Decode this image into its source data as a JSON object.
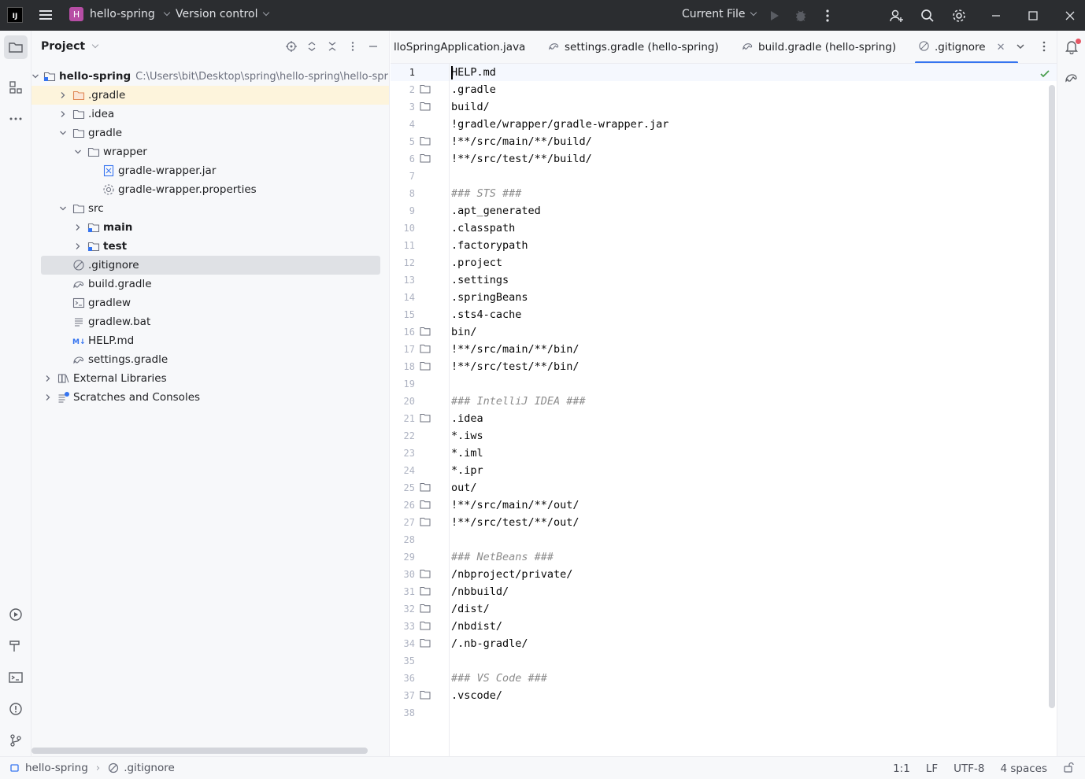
{
  "titlebar": {
    "logo_text": "IJ",
    "project_badge": "H",
    "project_name": "hello-spring",
    "vcs_label": "Version control",
    "run_config": "Current File"
  },
  "project_panel": {
    "title": "Project",
    "tree": [
      {
        "label": "hello-spring",
        "path": "C:\\Users\\bit\\Desktop\\spring\\hello-spring\\hello-spri",
        "indent": 0,
        "arrow": "down",
        "icon": "module-folder",
        "bold": true
      },
      {
        "label": ".gradle",
        "indent": 1,
        "arrow": "right",
        "icon": "folder-orange",
        "highlight": true
      },
      {
        "label": ".idea",
        "indent": 1,
        "arrow": "right",
        "icon": "folder"
      },
      {
        "label": "gradle",
        "indent": 1,
        "arrow": "down",
        "icon": "folder"
      },
      {
        "label": "wrapper",
        "indent": 2,
        "arrow": "down",
        "icon": "folder"
      },
      {
        "label": "gradle-wrapper.jar",
        "indent": 3,
        "arrow": "none",
        "icon": "jar-file"
      },
      {
        "label": "gradle-wrapper.properties",
        "indent": 3,
        "arrow": "none",
        "icon": "settings-file"
      },
      {
        "label": "src",
        "indent": 1,
        "arrow": "down",
        "icon": "folder"
      },
      {
        "label": "main",
        "indent": 2,
        "arrow": "right",
        "icon": "module-folder",
        "bold": true
      },
      {
        "label": "test",
        "indent": 2,
        "arrow": "right",
        "icon": "module-folder",
        "bold": true
      },
      {
        "label": ".gitignore",
        "indent": 1,
        "arrow": "none",
        "icon": "ignore-file",
        "selected": true
      },
      {
        "label": "build.gradle",
        "indent": 1,
        "arrow": "none",
        "icon": "gradle-file"
      },
      {
        "label": "gradlew",
        "indent": 1,
        "arrow": "none",
        "icon": "terminal-file"
      },
      {
        "label": "gradlew.bat",
        "indent": 1,
        "arrow": "none",
        "icon": "text-file"
      },
      {
        "label": "HELP.md",
        "indent": 1,
        "arrow": "none",
        "icon": "markdown-file"
      },
      {
        "label": "settings.gradle",
        "indent": 1,
        "arrow": "none",
        "icon": "gradle-file"
      },
      {
        "label": "External Libraries",
        "indent": 0,
        "arrow": "right",
        "icon": "library"
      },
      {
        "label": "Scratches and Consoles",
        "indent": 0,
        "arrow": "right",
        "icon": "scratches"
      }
    ]
  },
  "tabs": [
    {
      "label": "lloSpringApplication.java",
      "icon": "none",
      "active": false
    },
    {
      "label": "settings.gradle (hello-spring)",
      "icon": "gradle-file",
      "active": false
    },
    {
      "label": "build.gradle (hello-spring)",
      "icon": "gradle-file",
      "active": false
    },
    {
      "label": ".gitignore",
      "icon": "ignore-file",
      "active": true
    }
  ],
  "editor": {
    "lines": [
      {
        "n": "1",
        "text": "HELP.md",
        "fold": false,
        "comment": false,
        "current": true
      },
      {
        "n": "2",
        "text": ".gradle",
        "fold": true
      },
      {
        "n": "3",
        "text": "build/",
        "fold": true
      },
      {
        "n": "4",
        "text": "!gradle/wrapper/gradle-wrapper.jar",
        "fold": false
      },
      {
        "n": "5",
        "text": "!**/src/main/**/build/",
        "fold": true
      },
      {
        "n": "6",
        "text": "!**/src/test/**/build/",
        "fold": true
      },
      {
        "n": "7",
        "text": "",
        "fold": false
      },
      {
        "n": "8",
        "text": "### STS ###",
        "fold": false,
        "comment": true
      },
      {
        "n": "9",
        "text": ".apt_generated",
        "fold": false
      },
      {
        "n": "10",
        "text": ".classpath",
        "fold": false
      },
      {
        "n": "11",
        "text": ".factorypath",
        "fold": false
      },
      {
        "n": "12",
        "text": ".project",
        "fold": false
      },
      {
        "n": "13",
        "text": ".settings",
        "fold": false
      },
      {
        "n": "14",
        "text": ".springBeans",
        "fold": false
      },
      {
        "n": "15",
        "text": ".sts4-cache",
        "fold": false
      },
      {
        "n": "16",
        "text": "bin/",
        "fold": true
      },
      {
        "n": "17",
        "text": "!**/src/main/**/bin/",
        "fold": true
      },
      {
        "n": "18",
        "text": "!**/src/test/**/bin/",
        "fold": true
      },
      {
        "n": "19",
        "text": "",
        "fold": false
      },
      {
        "n": "20",
        "text": "### IntelliJ IDEA ###",
        "fold": false,
        "comment": true
      },
      {
        "n": "21",
        "text": ".idea",
        "fold": true
      },
      {
        "n": "22",
        "text": "*.iws",
        "fold": false
      },
      {
        "n": "23",
        "text": "*.iml",
        "fold": false
      },
      {
        "n": "24",
        "text": "*.ipr",
        "fold": false
      },
      {
        "n": "25",
        "text": "out/",
        "fold": true
      },
      {
        "n": "26",
        "text": "!**/src/main/**/out/",
        "fold": true
      },
      {
        "n": "27",
        "text": "!**/src/test/**/out/",
        "fold": true
      },
      {
        "n": "28",
        "text": "",
        "fold": false
      },
      {
        "n": "29",
        "text": "### NetBeans ###",
        "fold": false,
        "comment": true
      },
      {
        "n": "30",
        "text": "/nbproject/private/",
        "fold": true
      },
      {
        "n": "31",
        "text": "/nbbuild/",
        "fold": true
      },
      {
        "n": "32",
        "text": "/dist/",
        "fold": true
      },
      {
        "n": "33",
        "text": "/nbdist/",
        "fold": true
      },
      {
        "n": "34",
        "text": "/.nb-gradle/",
        "fold": true
      },
      {
        "n": "35",
        "text": "",
        "fold": false
      },
      {
        "n": "36",
        "text": "### VS Code ###",
        "fold": false,
        "comment": true
      },
      {
        "n": "37",
        "text": ".vscode/",
        "fold": true
      },
      {
        "n": "38",
        "text": "",
        "fold": false
      }
    ]
  },
  "statusbar": {
    "crumb_project": "hello-spring",
    "crumb_file": ".gitignore",
    "position": "1:1",
    "line_ending": "LF",
    "encoding": "UTF-8",
    "indent": "4 spaces"
  },
  "colors": {
    "accent": "#3574f0",
    "titlebar_bg": "#2b2d30",
    "badge": "#b74ea5",
    "notification": "#e55765"
  }
}
